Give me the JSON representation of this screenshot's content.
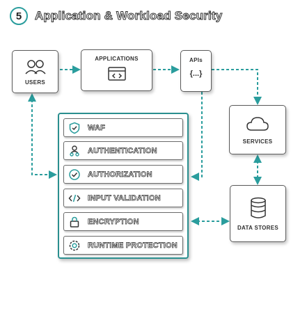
{
  "header": {
    "step_number": "5",
    "title": "Application & Workload Security"
  },
  "nodes": {
    "users": "USERS",
    "applications": "APPLICATIONS",
    "apis": "APIs",
    "apis_glyph": "{...}",
    "services": "SERVICES",
    "data_stores": "DATA STORES"
  },
  "layers": [
    {
      "label": "WAF",
      "icon": "shield-icon"
    },
    {
      "label": "AUTHENTICATION",
      "icon": "people-icon"
    },
    {
      "label": "AUTHORIZATION",
      "icon": "check-icon"
    },
    {
      "label": "INPUT VALIDATION",
      "icon": "code-icon"
    },
    {
      "label": "ENCRYPTION",
      "icon": "lock-icon"
    },
    {
      "label": "RUNTIME PROTECTION",
      "icon": "gear-icon"
    }
  ],
  "colors": {
    "accent": "#2a9d9d",
    "outline": "#2f2f2f"
  }
}
